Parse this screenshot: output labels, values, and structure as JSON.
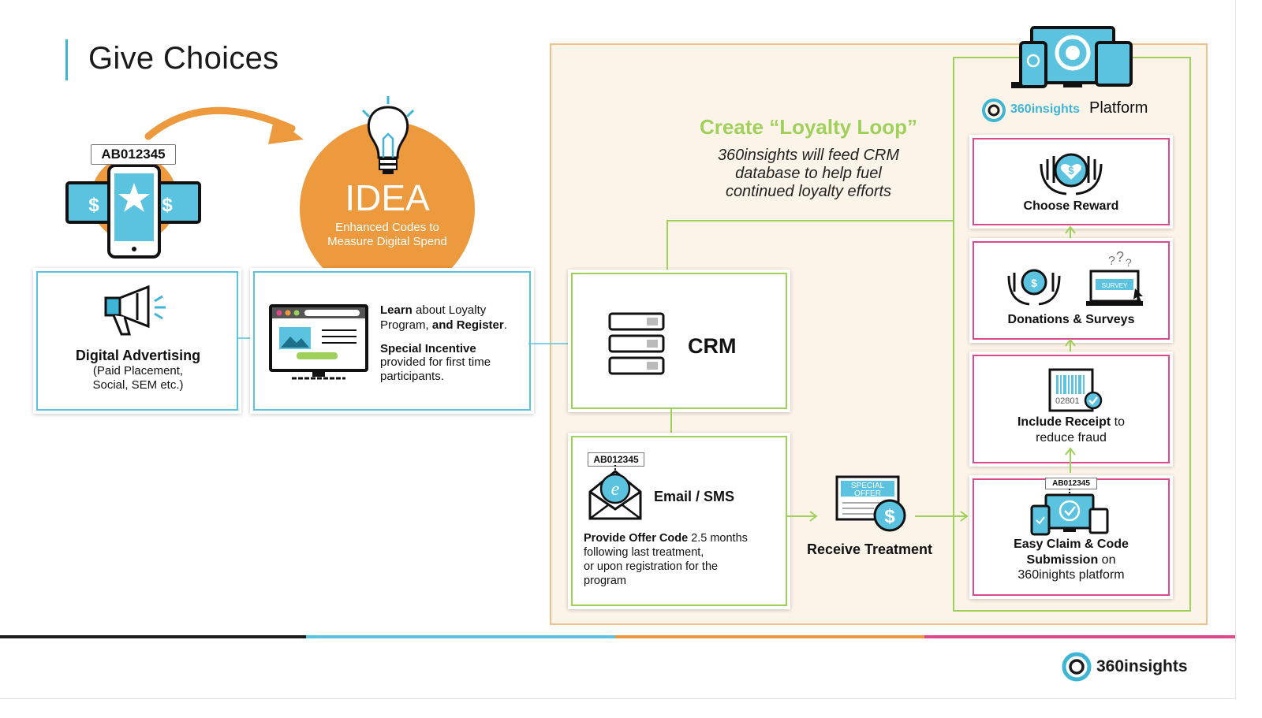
{
  "slide": {
    "title": "Give Choices"
  },
  "left_flow": {
    "code_tag": "AB012345",
    "idea": {
      "heading": "IDEA",
      "line1": "Enhanced Codes to",
      "line2": "Measure Digital Spend"
    },
    "digital_ads": {
      "heading": "Digital Advertising",
      "line1": "(Paid Placement,",
      "line2": "Social, SEM etc.)"
    },
    "landing": {
      "learn_bold": "Learn",
      "learn_rest1": " about Loyalty",
      "learn_rest2": "Program, ",
      "register_bold": "and Register",
      "register_end": ".",
      "incentive_bold": "Special Incentive",
      "incentive_line1": "provided for first time",
      "incentive_line2": "participants."
    }
  },
  "loop": {
    "heading": "Create “Loyalty Loop”",
    "desc_line1": "360insights will feed CRM",
    "desc_line2": "database to help fuel",
    "desc_line3": "continued loyalty efforts",
    "crm_label": "CRM",
    "email": {
      "code_tag": "AB012345",
      "heading": "Email / SMS",
      "offer_bold": "Provide Offer Code",
      "offer_line1": " 2.5 months",
      "offer_line2": "following last treatment,",
      "offer_line3": "or upon registration for the",
      "offer_line4": "program"
    },
    "treatment": {
      "badge_line1": "SPECIAL",
      "badge_line2": "OFFER",
      "label": "Receive Treatment"
    }
  },
  "platform": {
    "brand": "360insights",
    "label": "Platform",
    "steps": {
      "reward": "Choose Reward",
      "donations": "Donations & Surveys",
      "survey_tag": "SURVEY",
      "receipt_bold": "Include Receipt",
      "receipt_rest": " to",
      "receipt_line2": "reduce fraud",
      "receipt_code": "02801",
      "claim_code": "AB012345",
      "claim_line1": "Easy Claim & Code",
      "claim_line2_bold": "Submission",
      "claim_line2_rest": " on",
      "claim_line3": "360inights platform"
    }
  },
  "footer": {
    "brand": "360insights"
  },
  "colors": {
    "accent_blue": "#3fb5d6",
    "orange": "#ec9a3d",
    "green": "#9fd15a",
    "pink": "#e0488e",
    "dark": "#1a1a1a"
  }
}
